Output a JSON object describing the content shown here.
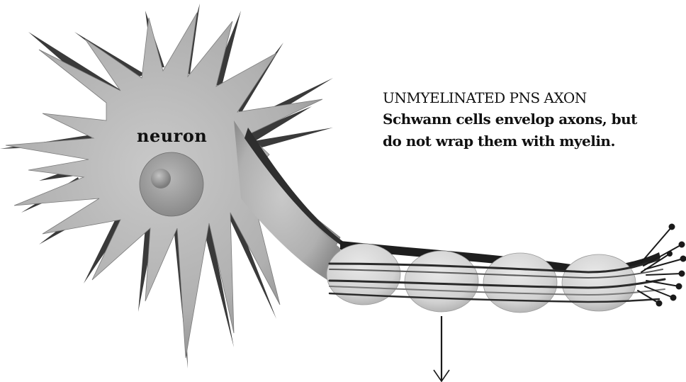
{
  "labels": {
    "neuron": "neuron"
  },
  "caption": {
    "title": "UNMYELINATED PNS AXON",
    "lines": [
      "Schwann cells envelop axons, but",
      "do not wrap them with myelin."
    ]
  },
  "colors": {
    "cell_body": "#b3b3b3",
    "cell_shadow": "#3a3a3a",
    "nucleus": "#9c9c9c",
    "schwann_cell": "#d6d6d6",
    "axon_stroke": "#1a1a1a",
    "text": "#111111"
  }
}
